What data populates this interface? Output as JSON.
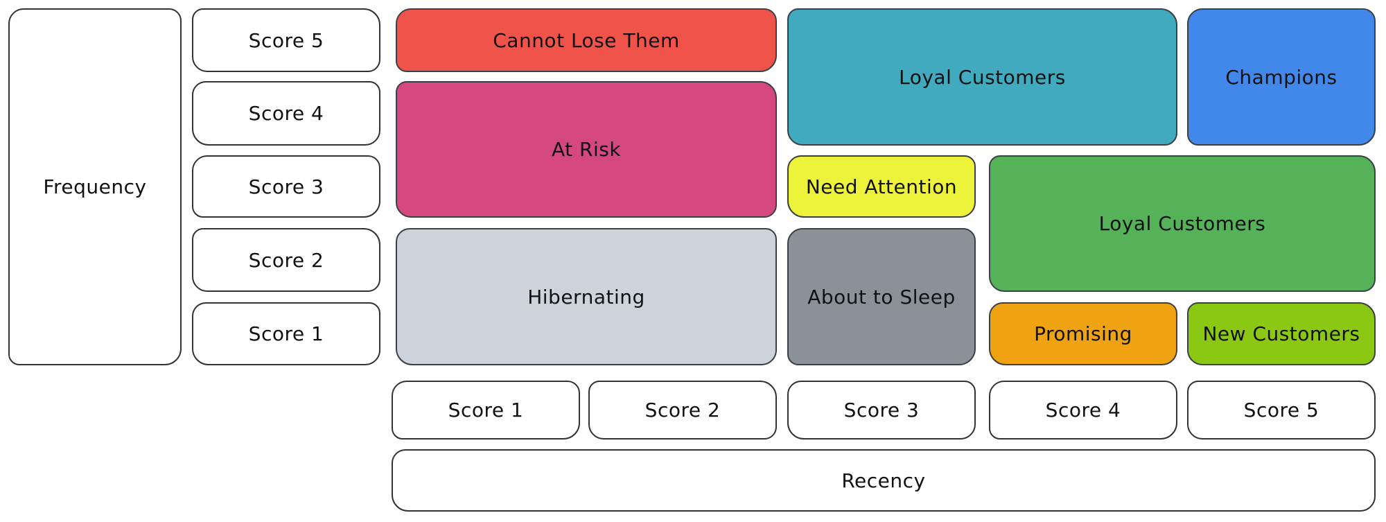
{
  "axes": {
    "frequency": {
      "label": "Frequency",
      "scores": [
        "Score 5",
        "Score 4",
        "Score 3",
        "Score 2",
        "Score 1"
      ]
    },
    "recency": {
      "label": "Recency",
      "scores": [
        "Score 1",
        "Score 2",
        "Score 3",
        "Score 4",
        "Score 5"
      ]
    }
  },
  "segments": [
    {
      "label": "Cannot Lose Them",
      "color": "#ef5349",
      "recency_scores": "1-2",
      "frequency_scores": "5"
    },
    {
      "label": "At Risk",
      "color": "#d5487f",
      "recency_scores": "1-2",
      "frequency_scores": "3-4"
    },
    {
      "label": "Hibernating",
      "color": "#cdd3da",
      "recency_scores": "1-2",
      "frequency_scores": "1-2"
    },
    {
      "label": "Loyal Customers",
      "color": "#41aabe",
      "recency_scores": "3-4",
      "frequency_scores": "4-5"
    },
    {
      "label": "Champions",
      "color": "#4288ea",
      "recency_scores": "5",
      "frequency_scores": "4-5"
    },
    {
      "label": "Need Attention",
      "color": "#edf23b",
      "recency_scores": "3",
      "frequency_scores": "3"
    },
    {
      "label": "Loyal Customers",
      "color": "#55b258",
      "recency_scores": "4-5",
      "frequency_scores": "2-3"
    },
    {
      "label": "About to Sleep",
      "color": "#8a9199",
      "recency_scores": "3",
      "frequency_scores": "1-2"
    },
    {
      "label": "Promising",
      "color": "#efa312",
      "recency_scores": "4",
      "frequency_scores": "1"
    },
    {
      "label": "New Customers",
      "color": "#8ac813",
      "recency_scores": "5",
      "frequency_scores": "1"
    }
  ],
  "colors": {
    "background": "#ffffff",
    "border": "#3b4046",
    "text": "#111111"
  }
}
